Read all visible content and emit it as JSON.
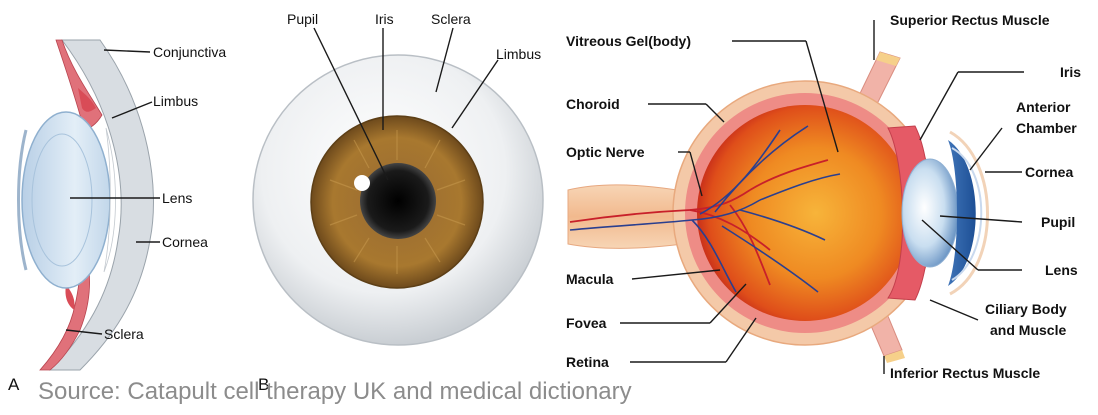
{
  "panelA": {
    "letter": "A",
    "labels": {
      "conjunctiva": "Conjunctiva",
      "limbus": "Limbus",
      "lens": "Lens",
      "cornea": "Cornea",
      "sclera": "Sclera"
    }
  },
  "panelB": {
    "letter": "B",
    "labels": {
      "pupil": "Pupil",
      "iris": "Iris",
      "sclera": "Sclera",
      "limbus": "Limbus"
    }
  },
  "panelC": {
    "labels": {
      "vitreous": "Vitreous Gel(body)",
      "choroid": "Choroid",
      "optic_nerve": "Optic Nerve",
      "macula": "Macula",
      "fovea": "Fovea",
      "retina": "Retina",
      "superior_rectus": "Superior Rectus Muscle",
      "iris": "Iris",
      "anterior_1": "Anterior",
      "anterior_2": "Chamber",
      "cornea": "Cornea",
      "pupil": "Pupil",
      "lens": "Lens",
      "ciliary_1": "Ciliary Body",
      "ciliary_2": "and Muscle",
      "inferior_rectus": "Inferior Rectus Muscle"
    }
  },
  "source": "Source: Catapult cell therapy UK and medical dictionary",
  "colors": {
    "iris_brown": "#9a6a2c",
    "sclera_white": "#f4f5f6",
    "eyeball_orange": "#e8741e",
    "vessel_red": "#c8202a",
    "vessel_blue": "#2b3f8f",
    "muscle_pink": "#f1b3a8",
    "lens_blue": "#b9d4ea",
    "source_gray": "#8c8c8c"
  }
}
